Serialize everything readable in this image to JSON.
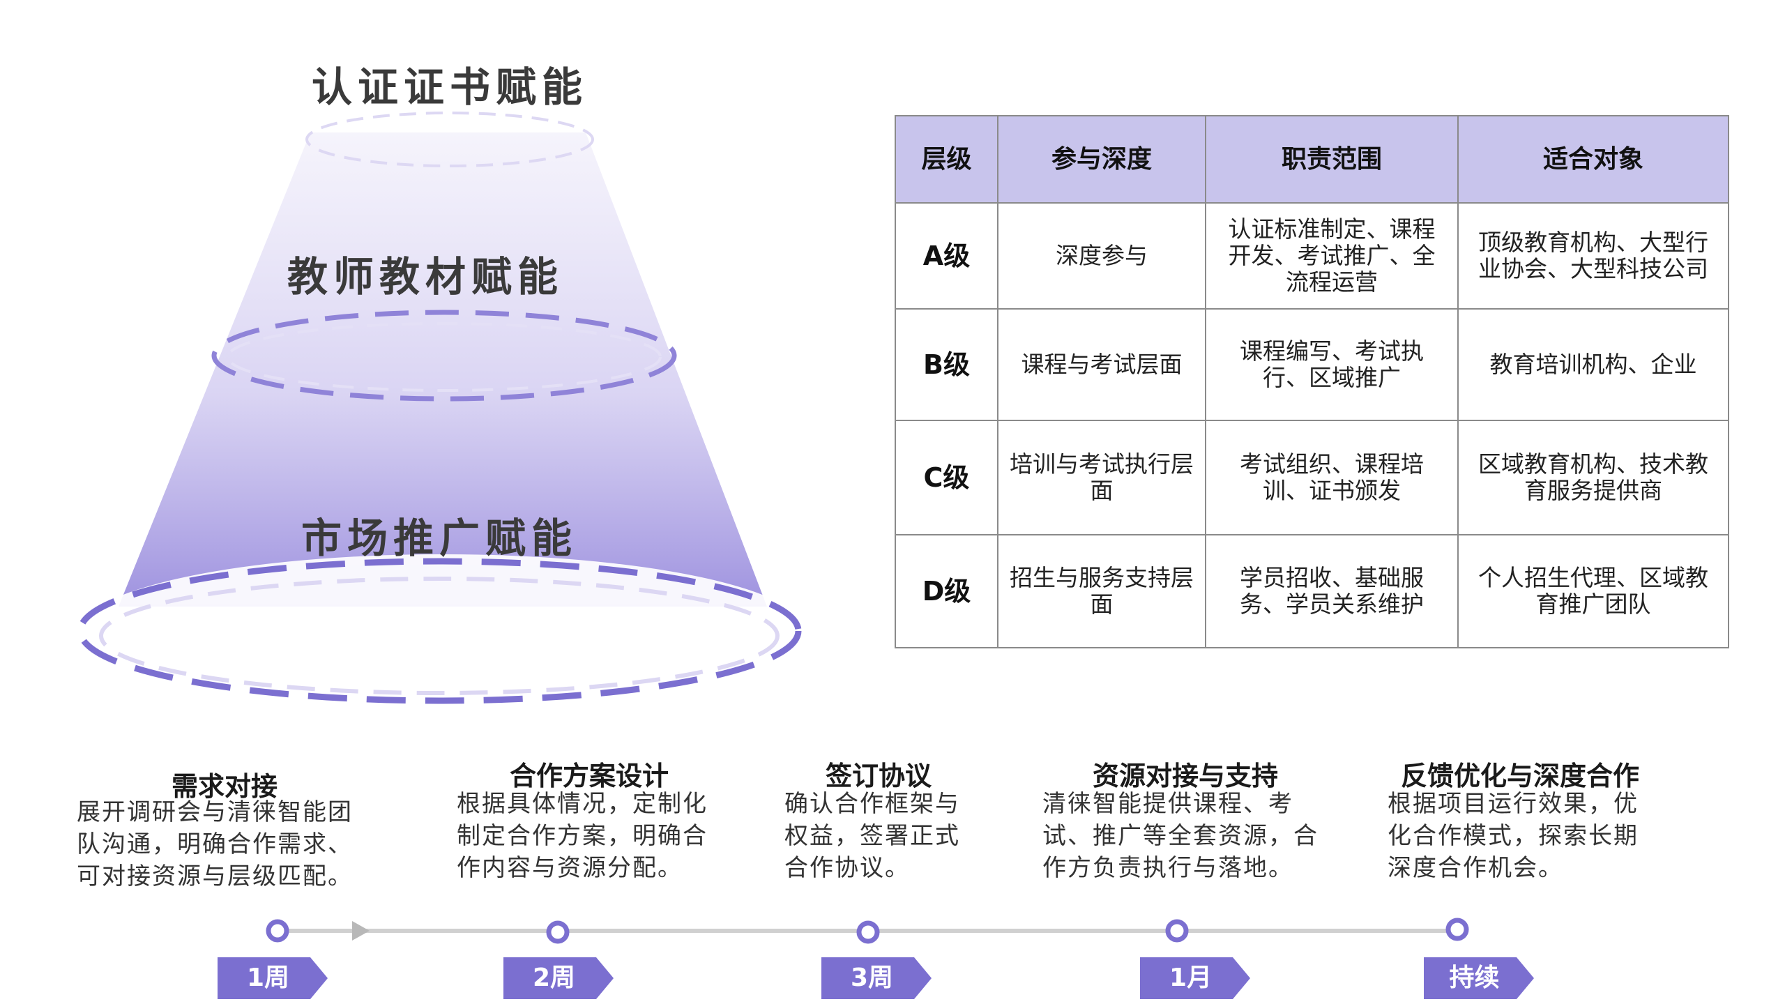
{
  "funnel": {
    "levels": [
      {
        "label": "认证证书赋能"
      },
      {
        "label": "教师教材赋能"
      },
      {
        "label": "市场推广赋能"
      }
    ],
    "colors": {
      "gradient_top": "#f2f0fb",
      "gradient_bottom": "#9b8fde",
      "dash_dark": "#7b6fd0",
      "dash_light": "#d8d3f2"
    }
  },
  "table": {
    "headers": [
      "层级",
      "参与深度",
      "职责范围",
      "适合对象"
    ],
    "rows": [
      {
        "level": "A级",
        "depth": "深度参与",
        "scope": "认证标准制定、课程开发、考试推广、全流程运营",
        "target": "顶级教育机构、大型行业协会、大型科技公司"
      },
      {
        "level": "B级",
        "depth": "课程与考试层面",
        "scope": "课程编写、考试执行、区域推广",
        "target": "教育培训机构、企业"
      },
      {
        "level": "C级",
        "depth": "培训与考试执行层面",
        "scope": "考试组织、课程培训、证书颁发",
        "target": "区域教育机构、技术教育服务提供商"
      },
      {
        "level": "D级",
        "depth": "招生与服务支持层面",
        "scope": "学员招收、基础服务、学员关系维护",
        "target": "个人招生代理、区域教育推广团队"
      }
    ],
    "colors": {
      "header_bg": "#c8c4ec",
      "border": "#8a8a8a"
    }
  },
  "timeline": {
    "steps": [
      {
        "title": "需求对接",
        "desc": "展开调研会与清徕智能团队沟通，明确合作需求、可对接资源与层级匹配。",
        "duration": "1周"
      },
      {
        "title": "合作方案设计",
        "desc": "根据具体情况，定制化制定合作方案，明确合作内容与资源分配。",
        "duration": "2周"
      },
      {
        "title": "签订协议",
        "desc": "确认合作框架与权益，签署正式合作协议。",
        "duration": "3周"
      },
      {
        "title": "资源对接与支持",
        "desc": "清徕智能提供课程、考试、推广等全套资源，合作方负责执行与落地。",
        "duration": "1月"
      },
      {
        "title": "反馈优化与深度合作",
        "desc": "根据项目运行效果，优化合作模式，探索长期深度合作机会。",
        "duration": "持续"
      }
    ],
    "colors": {
      "accent": "#7b6fd0",
      "line": "#d0d0d0"
    }
  }
}
